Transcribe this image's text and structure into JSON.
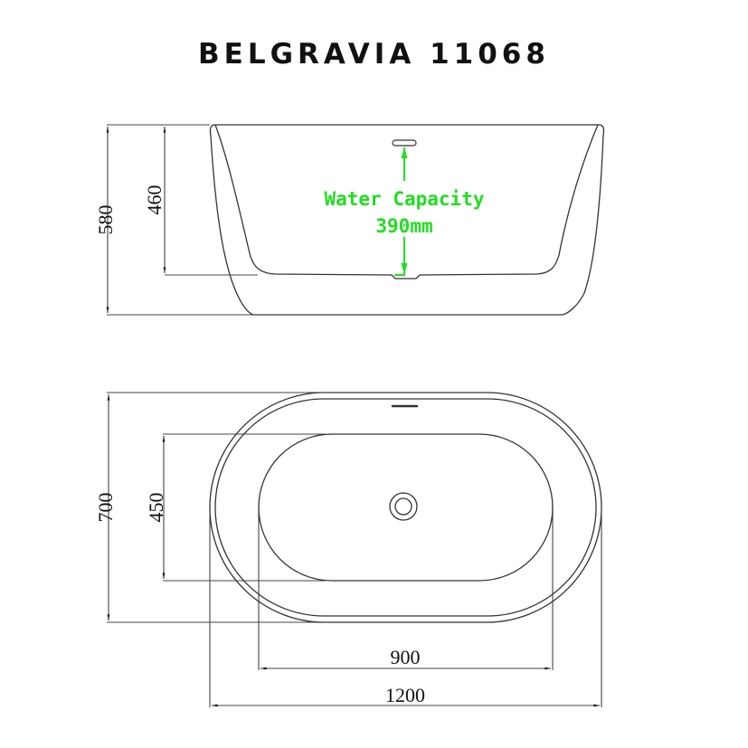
{
  "title": "BELGRAVIA 11068",
  "side_view": {
    "overall_height": "580",
    "inner_depth": "460",
    "water_capacity_label": "Water Capacity",
    "water_capacity_value": "390mm"
  },
  "top_view": {
    "overall_width_dim": "700",
    "inner_width_dim": "450",
    "inner_length_dim": "900",
    "overall_length_dim": "1200"
  },
  "colors": {
    "line": "#333333",
    "annotation_green": "#22dd22",
    "title": "#111111"
  }
}
